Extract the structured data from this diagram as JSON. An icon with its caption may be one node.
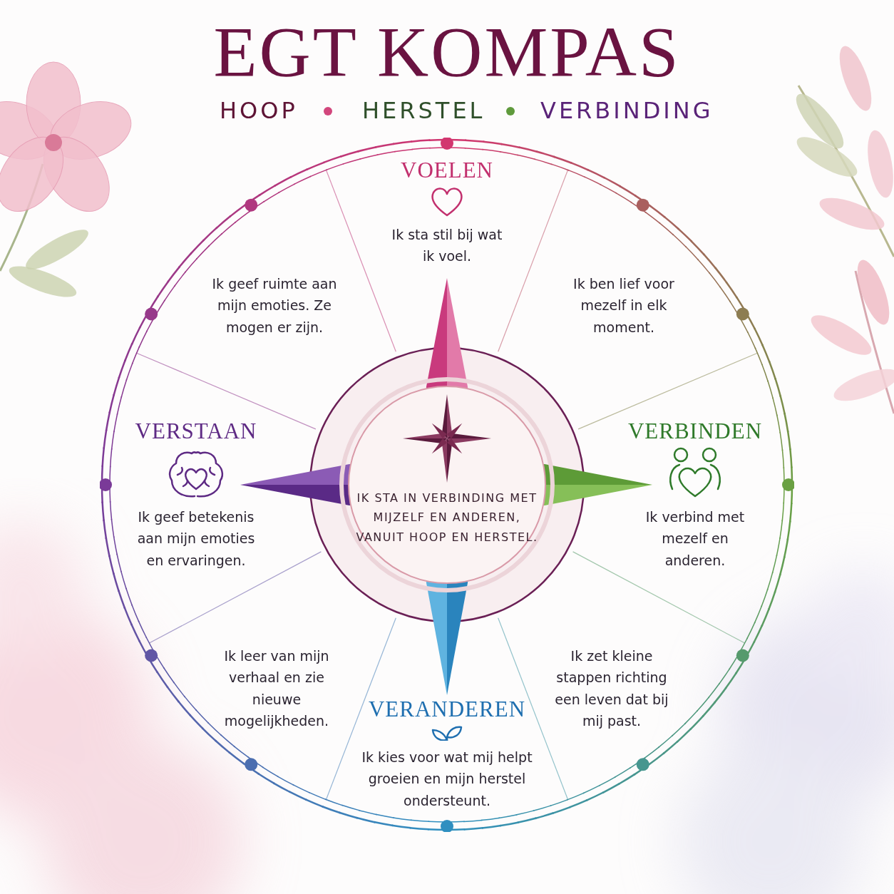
{
  "diagram": {
    "title": "EGT KOMPAS",
    "nodes": [
      {
        "text": [],
        "shape": "circle"
      },
      {
        "text": [
          "VOELEN",
          "Ik sta stil bij wat ik voel."
        ],
        "in": 0
      },
      {
        "text": [
          "Ik geef ruimte aan mijn emoties. Ze mogen er zijn."
        ],
        "in": 0
      },
      {
        "text": [
          "Ik ben lief voor mezelf in elk moment."
        ],
        "in": 0
      },
      {
        "text": [
          "VERSTAAN",
          "Ik geef betekenis aan mijn emoties en ervaringen."
        ],
        "in": 0
      },
      {
        "text": [
          "IK STA IN VERBINDING MET MIJZELF EN ANDEREN, VANUIT HOOP EN HERSTEL."
        ],
        "in": 0
      },
      {
        "text": [
          "VERBINDEN",
          "Ik verbind met mezelf en anderen."
        ],
        "in": 0
      },
      {
        "text": [
          "Ik leer van mijn verhaal en zie nieuwe mogelijkheden."
        ],
        "in": 0
      },
      {
        "text": [
          "Ik zet kleine stappen richting een leven dat bij mij past."
        ],
        "in": 0
      },
      {
        "text": [
          "VERANDEREN",
          "Ik kies voor wat mij helpt groeien en mijn herstel ondersteunt."
        ],
        "in": 0
      }
    ],
    "edges": [],
    "labels": [
      "HOOP",
      "HERSTEL",
      "VERBINDING"
    ]
  }
}
